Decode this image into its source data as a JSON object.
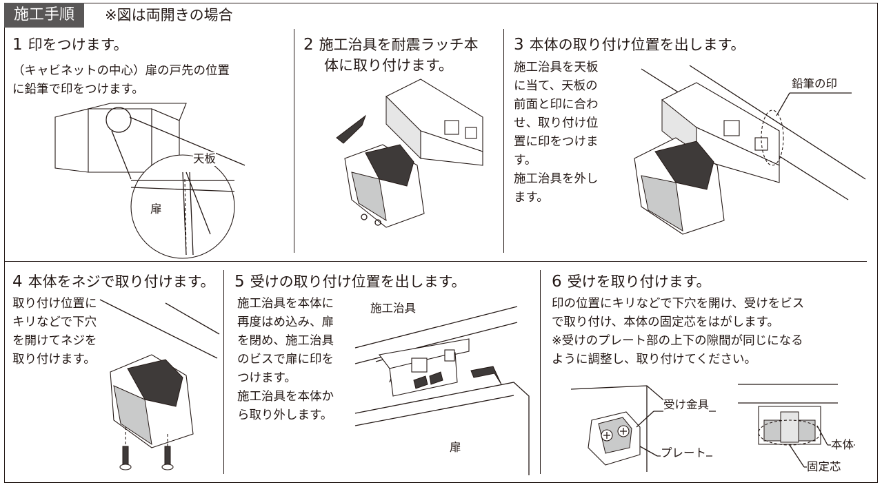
{
  "header": {
    "title": "施工手順",
    "note": "※図は両開きの場合"
  },
  "steps": [
    {
      "num": "1",
      "title": "印をつけます。",
      "text": "（キャビネットの中心）扉の戸先の位置\nに鉛筆で印をつけます。",
      "labels": {
        "top_board": "天板",
        "door": "扉"
      }
    },
    {
      "num": "2",
      "title_line1": "施工治具を耐震ラッチ本",
      "title_line2": "体に取り付けます。"
    },
    {
      "num": "3",
      "title": "本体の取り付け位置を出します。",
      "text": "施工治具を天板\nに当て、天板の\n前面と印に合わ\nせ、取り付け位\n置に印をつけま\nす。\n施工治具を外し\nます。",
      "labels": {
        "pencil_mark": "鉛筆の印"
      }
    },
    {
      "num": "4",
      "title": "本体をネジで取り付けます。",
      "text": "取り付け位置に\nキリなどで下穴\nを開けてネジを\n取り付けます。"
    },
    {
      "num": "5",
      "title": "受けの取り付け位置を出します。",
      "text": "施工治具を本体に\n再度はめ込み、扉\nを閉め、施工治具\nのビスで扉に印を\nつけます。\n施工治具を本体か\nら取り外します。",
      "labels": {
        "jig": "施工治具",
        "door": "扉"
      }
    },
    {
      "num": "6",
      "title": "受けを取り付けます。",
      "text": "印の位置にキリなどで下穴を開け、受けをビス\nで取り付け、本体の固定芯をはがします。\n※受けのプレート部の上下の隙間が同じになる\nように調整し、取り付けてください。",
      "labels": {
        "receiver": "受け金具",
        "plate": "プレート",
        "body": "本体",
        "core": "固定芯"
      }
    }
  ],
  "colors": {
    "badge": "#595757",
    "line": "#231815"
  }
}
